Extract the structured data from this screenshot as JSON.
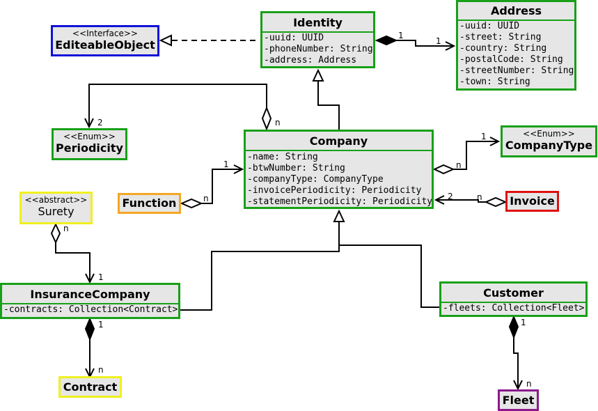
{
  "classes": {
    "identity": {
      "name": "Identity",
      "attrs": [
        "-uuid: UUID",
        "-phoneNumber: String",
        "-address: Address"
      ]
    },
    "address": {
      "name": "Address",
      "attrs": [
        "-uuid: UUID",
        "-street: String",
        "-country: String",
        "-postalCode: String",
        "-streetNumber: String",
        "-town: String"
      ]
    },
    "editeable": {
      "stereotype": "<<Interface>>",
      "name": "EditeableObject"
    },
    "periodicity": {
      "stereotype": "<<Enum>>",
      "name": "Periodicity"
    },
    "company": {
      "name": "Company",
      "attrs": [
        "-name: String",
        "-btwNumber: String",
        "-companyType: CompanyType",
        "-invoicePeriodicity: Periodicity",
        "-statementPeriodicity: Periodicity"
      ]
    },
    "companytype": {
      "stereotype": "<<Enum>>",
      "name": "CompanyType"
    },
    "function": {
      "name": "Function"
    },
    "invoice": {
      "name": "Invoice"
    },
    "surety": {
      "stereotype": "<<abstract>>",
      "name": "Surety"
    },
    "insurance": {
      "name": "InsuranceCompany",
      "attrs": [
        "-contracts: Collection<Contract>"
      ]
    },
    "customer": {
      "name": "Customer",
      "attrs": [
        "-fleets: Collection<Fleet>"
      ]
    },
    "contract": {
      "name": "Contract"
    },
    "fleet": {
      "name": "Fleet"
    }
  },
  "multiplicities": {
    "identity_address_src": "1",
    "identity_address_dst": "1",
    "company_periodicity_dst": "2",
    "company_periodicity_src": "n",
    "company_companytype_dst": "1",
    "company_companytype_src": "n",
    "function_company_dst": "1",
    "function_company_src": "n",
    "invoice_company_dst": "2",
    "invoice_company_src": "n",
    "surety_insurance_src": "n",
    "surety_insurance_dst": "1",
    "insurance_contract_src": "1",
    "insurance_contract_dst": "n",
    "customer_fleet_src": "1",
    "customer_fleet_dst": "n"
  },
  "colors": {
    "class_border": "#18a018",
    "interface_border": "#1010d8",
    "function_border": "#f5a623",
    "invoice_border": "#e01010",
    "abstract_border": "#f0f020",
    "fleet_border": "#8b1a8b",
    "fill": "#e6e6e6"
  }
}
